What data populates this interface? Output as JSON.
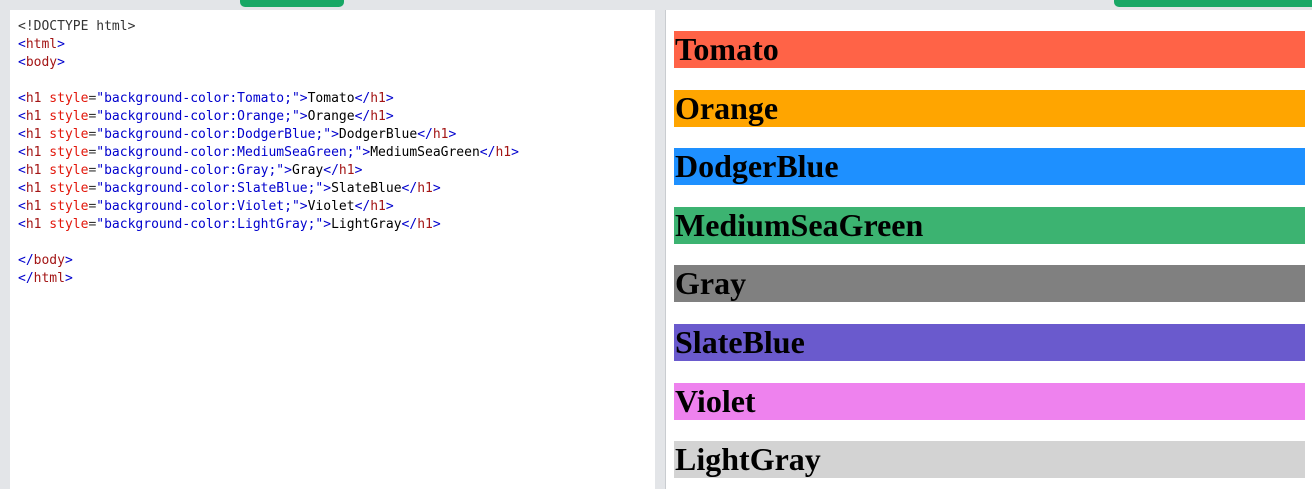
{
  "editor": {
    "lines": [
      {
        "kind": "doctype",
        "text": "<!DOCTYPE html>"
      },
      {
        "kind": "open",
        "tag": "html"
      },
      {
        "kind": "open",
        "tag": "body"
      },
      {
        "kind": "blank"
      },
      {
        "kind": "h1",
        "style": "background-color:Tomato;",
        "text": "Tomato"
      },
      {
        "kind": "h1",
        "style": "background-color:Orange;",
        "text": "Orange"
      },
      {
        "kind": "h1",
        "style": "background-color:DodgerBlue;",
        "text": "DodgerBlue"
      },
      {
        "kind": "h1",
        "style": "background-color:MediumSeaGreen;",
        "text": "MediumSeaGreen"
      },
      {
        "kind": "h1",
        "style": "background-color:Gray;",
        "text": "Gray"
      },
      {
        "kind": "h1",
        "style": "background-color:SlateBlue;",
        "text": "SlateBlue"
      },
      {
        "kind": "h1",
        "style": "background-color:Violet;",
        "text": "Violet"
      },
      {
        "kind": "h1",
        "style": "background-color:LightGray;",
        "text": "LightGray"
      },
      {
        "kind": "blank"
      },
      {
        "kind": "close",
        "tag": "body"
      },
      {
        "kind": "close",
        "tag": "html"
      }
    ]
  },
  "result": {
    "headings": [
      {
        "text": "Tomato",
        "color": "#ff6347"
      },
      {
        "text": "Orange",
        "color": "#ffa500"
      },
      {
        "text": "DodgerBlue",
        "color": "#1e90ff"
      },
      {
        "text": "MediumSeaGreen",
        "color": "#3cb371"
      },
      {
        "text": "Gray",
        "color": "#808080"
      },
      {
        "text": "SlateBlue",
        "color": "#6a5acd"
      },
      {
        "text": "Violet",
        "color": "#ee82ee"
      },
      {
        "text": "LightGray",
        "color": "#d3d3d3"
      }
    ]
  },
  "colors": {
    "run_button": "#18a765",
    "chrome_bg": "#e3e5e8"
  }
}
